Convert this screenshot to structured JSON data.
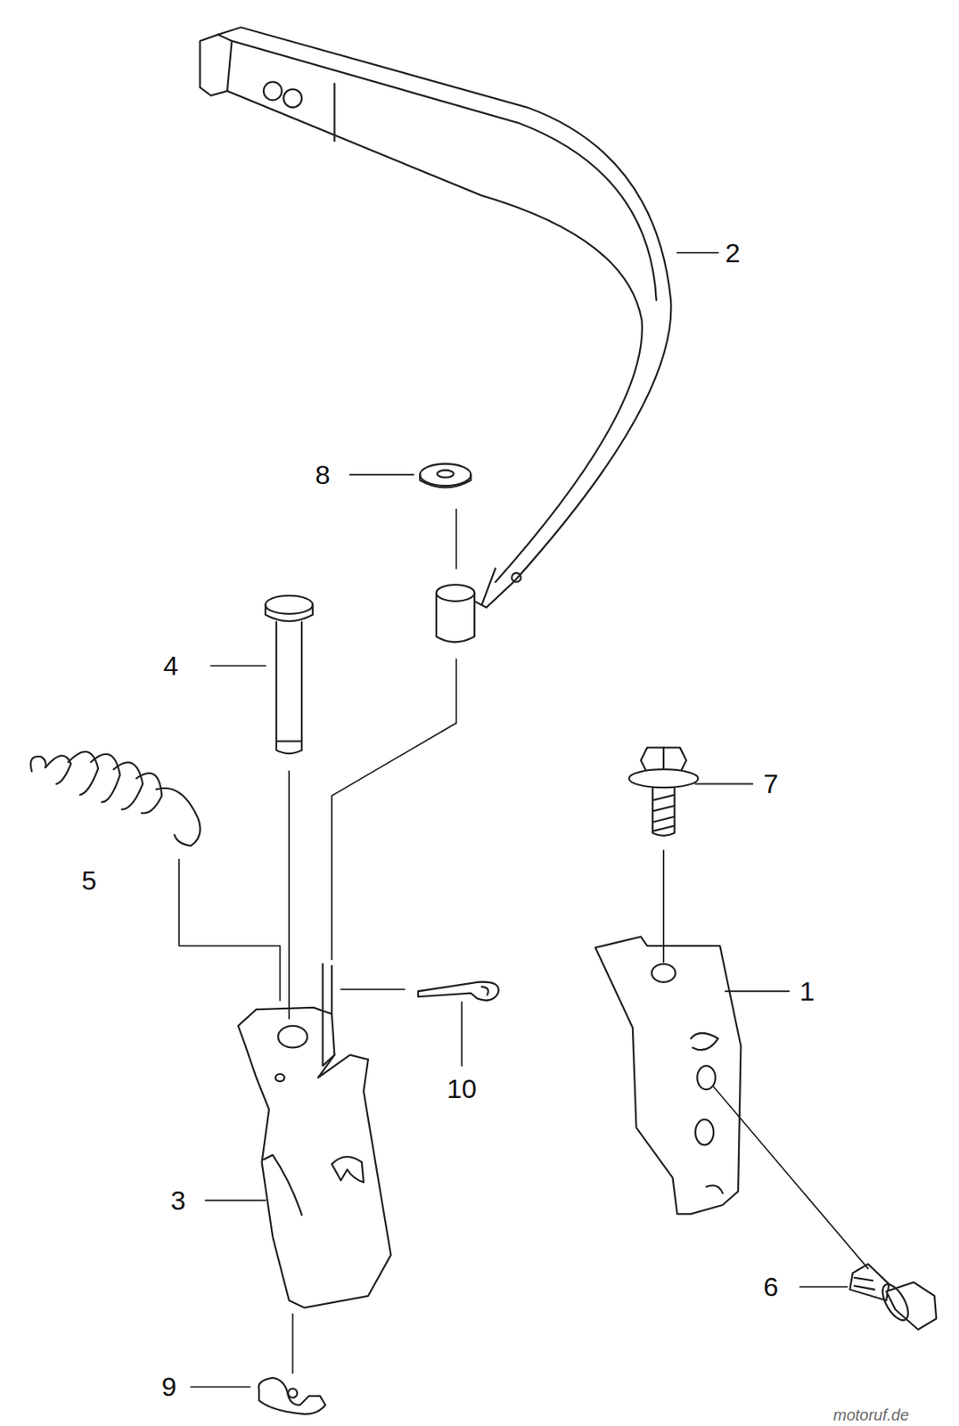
{
  "diagram": {
    "labels": [
      "2",
      "8",
      "4",
      "7",
      "5",
      "1",
      "10",
      "3",
      "6",
      "9",
      "motoruf.de"
    ]
  }
}
